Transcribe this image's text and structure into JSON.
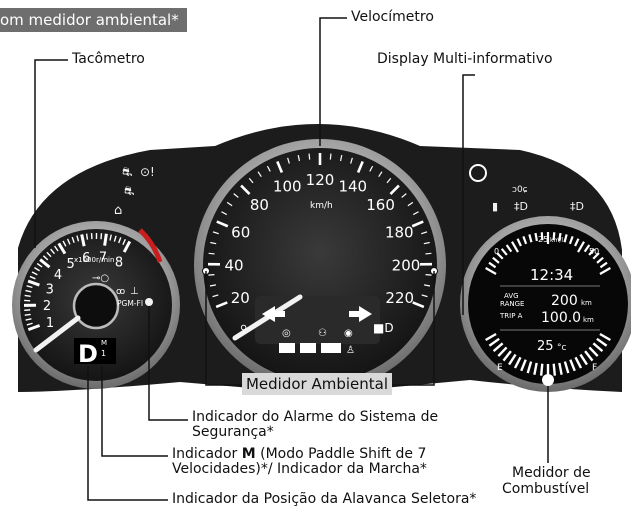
{
  "header_badge": "om medidor ambiental*",
  "labels": {
    "speedometer": "Velocímetro",
    "tachometer": "Tacômetro",
    "mid": "Display Multi-informativo",
    "ambient": "Medidor Ambiental",
    "security_line1": "Indicador do Alarme do Sistema de",
    "security_line2": "Segurança*",
    "paddle_prefix": "Indicador ",
    "paddle_bold": "M",
    "paddle_line1_rest": " (Modo Paddle Shift de 7",
    "paddle_line2": "Velocidades)*/ Indicador da Marcha*",
    "fuel_line1": "Medidor de",
    "fuel_line2": "Combustível",
    "selector": "Indicador da Posição da Alavanca Seletora*"
  },
  "tachometer": {
    "ticks": [
      "1",
      "2",
      "3",
      "4",
      "5",
      "6",
      "7",
      "8"
    ],
    "unit": "x1000r/min",
    "pgm": "PGM-FI",
    "gear": "D",
    "gear_small": "1",
    "mode": "M"
  },
  "speedometer": {
    "ticks": [
      "20",
      "40",
      "60",
      "80",
      "100",
      "120",
      "140",
      "160",
      "180",
      "200",
      "220"
    ],
    "unit": "km/h"
  },
  "display": {
    "clock": "12:34",
    "avg_label": "AVG",
    "range_label": "RANGE",
    "range_value": "200",
    "range_unit": "km",
    "trip_label": "TRIP A",
    "trip_value": "100.0",
    "trip_unit": "km",
    "temp": "25",
    "temp_unit": "°c",
    "scale_min": "0",
    "scale_mid": "25",
    "scale_max": "50",
    "scale_unit": "km/l",
    "fuel_empty": "E",
    "fuel_full": "F"
  },
  "colors": {
    "panel": "#1a1a1a",
    "bezel": "#9a9a9a",
    "badge": "#6e6e6e",
    "ambient_bg": "#d9d9d9"
  }
}
